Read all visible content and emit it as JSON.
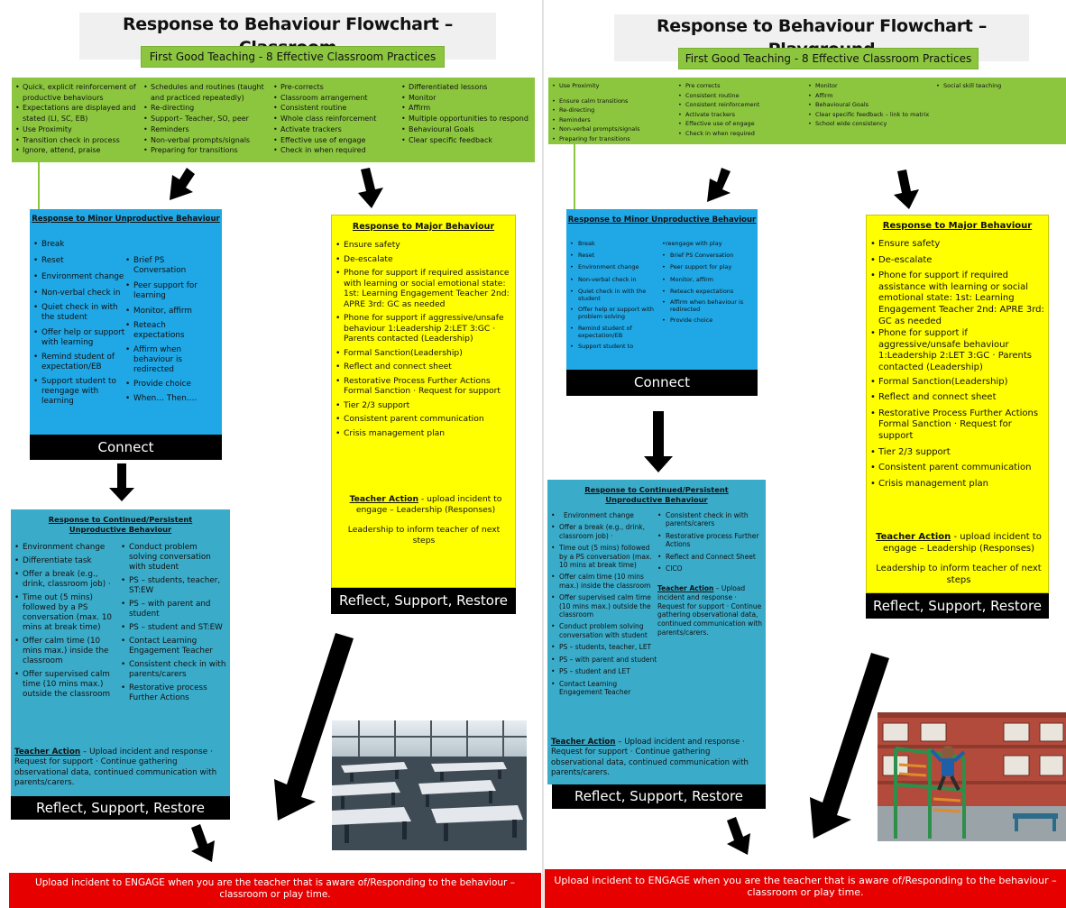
{
  "left": {
    "title": "Response to Behaviour Flowchart – Classroom",
    "fgt": "First Good Teaching - 8 Effective Classroom Practices",
    "practices": [
      [
        "Quick, explicit reinforcement of productive behaviours",
        "Expectations are displayed and stated (LI, SC, EB)",
        "Use Proximity",
        "Transition check in process",
        "Ignore, attend, praise"
      ],
      [
        "Schedules and routines (taught and practiced repeatedly)",
        "Re-directing",
        "Support– Teacher, SO, peer",
        "Reminders",
        "Non-verbal prompts/signals",
        "Preparing for transitions"
      ],
      [
        "Pre-corrects",
        "Classroom arrangement",
        "Consistent routine",
        "Whole class reinforcement",
        "Activate trackers",
        "Effective use of engage",
        "Check in when required"
      ],
      [
        "Differentiated lessons",
        "Monitor",
        "Affirm",
        "Multiple opportunities to respond",
        "Behavioural Goals",
        "Clear specific feedback"
      ]
    ],
    "minor": {
      "heading": "Response to Minor Unproductive Behaviour",
      "col1": [
        "Break",
        "Reset",
        "Environment change",
        "Non-verbal check in",
        "Quiet check in with the student",
        "Offer help or support with learning",
        "Remind student of expectation/EB",
        "Support student to reengage with learning"
      ],
      "col2": [
        "Brief PS Conversation",
        "Peer support for learning",
        "Monitor, affirm",
        "Reteach expectations",
        "Affirm when behaviour is redirected",
        "Provide choice",
        "When… Then…."
      ],
      "bar": "Connect"
    },
    "major": {
      "heading": "Response to Major Behaviour",
      "items": [
        "Ensure safety",
        "De-escalate",
        "Phone for support if required assistance with learning or social emotional state: 1st: Learning Engagement Teacher 2nd: APRE 3rd: GC as needed",
        "Phone for support if aggressive/unsafe behaviour 1:Leadership 2:LET 3:GC · Parents contacted (Leadership)",
        "Formal Sanction(Leadership)",
        "Reflect and connect sheet",
        "Restorative Process Further Actions Formal Sanction · Request for support",
        "Tier 2/3 support",
        "Consistent parent communication",
        "Crisis management plan"
      ],
      "ta_label": "Teacher Action",
      "ta_text": " - upload incident to engage – Leadership (Responses)",
      "lead": "Leadership to inform teacher of next steps",
      "bar": "Reflect, Support, Restore"
    },
    "persistent": {
      "heading": "Response to Continued/Persistent Unproductive Behaviour",
      "col1": [
        "Environment change",
        "Differentiate task",
        "Offer a break (e.g., drink, classroom job) ·",
        "Time out (5 mins) followed by a PS conversation (max. 10 mins at break time)",
        "Offer calm time (10 mins max.) inside the classroom",
        "Offer supervised calm time (10 mins max.) outside the classroom"
      ],
      "col2": [
        "Conduct problem solving conversation with student",
        "PS – students, teacher, ST:EW",
        "PS – with parent and student",
        "PS – student and ST:EW",
        "Contact Learning Engagement Teacher",
        "Consistent check in with parents/carers",
        "Restorative process Further Actions"
      ],
      "ta_label": "Teacher Action",
      "ta_text": " – Upload incident and response · Request for support · Continue gathering observational data, continued communication with parents/carers.",
      "bar": "Reflect, Support, Restore"
    },
    "footer": "Upload incident to ENGAGE when you are the teacher that is aware of/Responding to the behaviour – classroom or play time."
  },
  "right": {
    "title": "Response to Behaviour Flowchart – Playground",
    "fgt": "First Good Teaching - 8 Effective Classroom Practices",
    "practices": [
      [
        "Use Proximity",
        "Ensure calm transitions",
        "Re-directing",
        "Reminders",
        "Non-verbal prompts/signals",
        "Preparing for transitions"
      ],
      [
        "Pre corrects",
        "Consistent routine",
        "Consistent reinforcement",
        "Activate trackers",
        "Effective use of engage",
        "Check in when required"
      ],
      [
        "Monitor",
        "Affirm",
        "Behavioural Goals",
        "Clear specific feedback – link to matrix",
        "School wide consistency"
      ],
      [
        "Social skill teaching"
      ]
    ],
    "minor": {
      "heading": "Response to Minor Unproductive Behaviour",
      "col1": [
        "Break",
        "Reset",
        "Environment change",
        "Non-verbal check in",
        "Quiet check in with the student",
        "Offer help or support with problem solving",
        "Remind student of expectation/EB",
        "Support student to"
      ],
      "col2": [
        "reengage with play",
        "Brief PS Conversation",
        "Peer support for play",
        "Monitor, affirm",
        "Reteach expectations",
        "Affirm when behaviour is redirected",
        "Provide choice"
      ],
      "bar": "Connect"
    },
    "major": {
      "heading": "Response to Major Behaviour",
      "items": [
        "Ensure safety",
        "De-escalate",
        "Phone for support if required assistance with learning or social emotional state: 1st: Learning Engagement Teacher 2nd: APRE 3rd: GC as needed",
        "Phone for support if aggressive/unsafe behaviour 1:Leadership 2:LET 3:GC · Parents contacted (Leadership)",
        "Formal Sanction(Leadership)",
        "Reflect and connect sheet",
        "Restorative Process Further Actions Formal Sanction · Request for support",
        "Tier 2/3 support",
        "Consistent parent communication",
        "Crisis management plan"
      ],
      "ta_label": "Teacher Action",
      "ta_text": " - upload incident to engage – Leadership (Responses)",
      "lead": "Leadership to inform teacher of next steps",
      "bar": "Reflect, Support, Restore"
    },
    "persistent": {
      "heading": "Response to Continued/Persistent Unproductive Behaviour",
      "col1": [
        "Environment change",
        "Offer a break (e.g., drink, classroom job) ·",
        "Time out (5 mins) followed by a PS conversation (max. 10 mins at break time)",
        "Offer calm time (10 mins max.) inside the classroom",
        "Offer supervised calm time (10 mins max.) outside the classroom",
        "Conduct problem solving conversation with student",
        "PS – students, teacher, LET",
        "PS – with parent and student",
        "PS – student and LET",
        "Contact Learning Engagement Teacher"
      ],
      "col2": [
        "Consistent check in with parents/carers",
        "Restorative process Further Actions",
        "Reflect and Connect Sheet",
        "CICO"
      ],
      "col2_ta_label": "Teacher Action",
      "col2_ta_text": " – Upload incident and response · Request for support · Continue gathering observational data, continued communication with parents/carers.",
      "ta_label": "Teacher Action",
      "ta_text": " – Upload incident and response · Request for support · Continue gathering observational data, continued communication with parents/carers.",
      "bar": "Reflect, Support, Restore"
    },
    "footer": "Upload incident to ENGAGE when you are the teacher that is aware of/Responding to the behaviour – classroom or play time."
  },
  "colors": {
    "green": "#8cc63f",
    "blue": "#1fa7e6",
    "teal": "#3aabc9",
    "yellow": "#ffff00",
    "red": "#e60000",
    "black": "#000000"
  }
}
